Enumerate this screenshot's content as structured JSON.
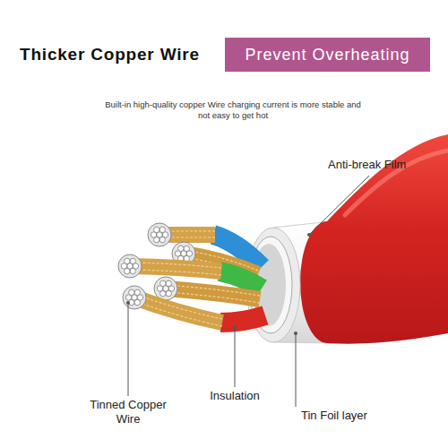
{
  "diagram": {
    "title": "Thicker Copper Wire",
    "nodes": [
      {
        "text": [
          "Prevent Overheating"
        ]
      }
    ],
    "labels": [
      "Built-in high-quality copper Wire charging current is more stable and not easy to get hot",
      "Anti-break Film",
      "Tinned Copper Wire",
      "Insulation",
      "Tin Foil layer"
    ]
  }
}
